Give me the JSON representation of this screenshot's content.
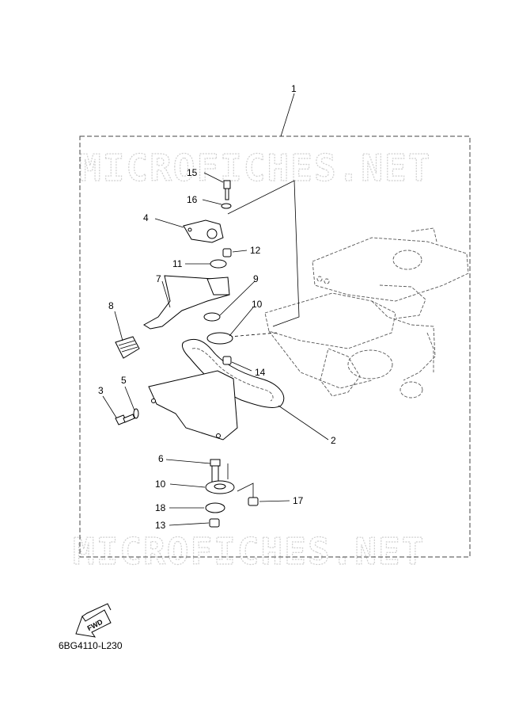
{
  "watermark": {
    "text": "MICROFICHES.NET"
  },
  "diagram_code": "6BG4110-L230",
  "fwd_label": "FWD",
  "callouts": {
    "c1": "1",
    "c2": "2",
    "c3": "3",
    "c4": "4",
    "c5": "5",
    "c6": "6",
    "c7": "7",
    "c8": "8",
    "c9": "9",
    "c10a": "10",
    "c10b": "10",
    "c11": "11",
    "c12": "12",
    "c13": "13",
    "c14": "14",
    "c15": "15",
    "c16": "16",
    "c17": "17",
    "c18": "18"
  }
}
